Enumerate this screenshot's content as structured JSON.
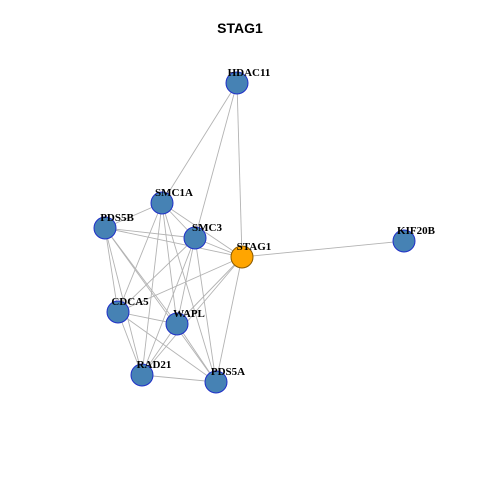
{
  "title": "STAG1",
  "colors": {
    "node": "#4682b4",
    "focus_node": "#ffa500",
    "edge": "#b3b3b3",
    "node_border": "#1f2fc8"
  },
  "nodes": [
    {
      "id": "HDAC11",
      "label": "HDAC11",
      "focus": false
    },
    {
      "id": "SMC1A",
      "label": "SMC1A",
      "focus": false
    },
    {
      "id": "PDS5B",
      "label": "PDS5B",
      "focus": false
    },
    {
      "id": "SMC3",
      "label": "SMC3",
      "focus": false
    },
    {
      "id": "STAG1",
      "label": "STAG1",
      "focus": true
    },
    {
      "id": "KIF20B",
      "label": "KIF20B",
      "focus": false
    },
    {
      "id": "CDCA5",
      "label": "CDCA5",
      "focus": false
    },
    {
      "id": "WAPL",
      "label": "WAPL",
      "focus": false
    },
    {
      "id": "RAD21",
      "label": "RAD21",
      "focus": false
    },
    {
      "id": "PDS5A",
      "label": "PDS5A",
      "focus": false
    }
  ],
  "edges": [
    [
      "HDAC11",
      "SMC1A"
    ],
    [
      "HDAC11",
      "SMC3"
    ],
    [
      "HDAC11",
      "STAG1"
    ],
    [
      "STAG1",
      "KIF20B"
    ],
    [
      "STAG1",
      "SMC1A"
    ],
    [
      "STAG1",
      "SMC3"
    ],
    [
      "STAG1",
      "PDS5B"
    ],
    [
      "STAG1",
      "CDCA5"
    ],
    [
      "STAG1",
      "WAPL"
    ],
    [
      "STAG1",
      "RAD21"
    ],
    [
      "STAG1",
      "PDS5A"
    ],
    [
      "SMC1A",
      "PDS5B"
    ],
    [
      "SMC1A",
      "SMC3"
    ],
    [
      "SMC1A",
      "CDCA5"
    ],
    [
      "SMC1A",
      "WAPL"
    ],
    [
      "SMC1A",
      "RAD21"
    ],
    [
      "SMC1A",
      "PDS5A"
    ],
    [
      "PDS5B",
      "SMC3"
    ],
    [
      "PDS5B",
      "CDCA5"
    ],
    [
      "PDS5B",
      "WAPL"
    ],
    [
      "PDS5B",
      "RAD21"
    ],
    [
      "PDS5B",
      "PDS5A"
    ],
    [
      "SMC3",
      "CDCA5"
    ],
    [
      "SMC3",
      "WAPL"
    ],
    [
      "SMC3",
      "RAD21"
    ],
    [
      "SMC3",
      "PDS5A"
    ],
    [
      "CDCA5",
      "WAPL"
    ],
    [
      "CDCA5",
      "RAD21"
    ],
    [
      "CDCA5",
      "PDS5A"
    ],
    [
      "WAPL",
      "RAD21"
    ],
    [
      "WAPL",
      "PDS5A"
    ],
    [
      "RAD21",
      "PDS5A"
    ]
  ]
}
